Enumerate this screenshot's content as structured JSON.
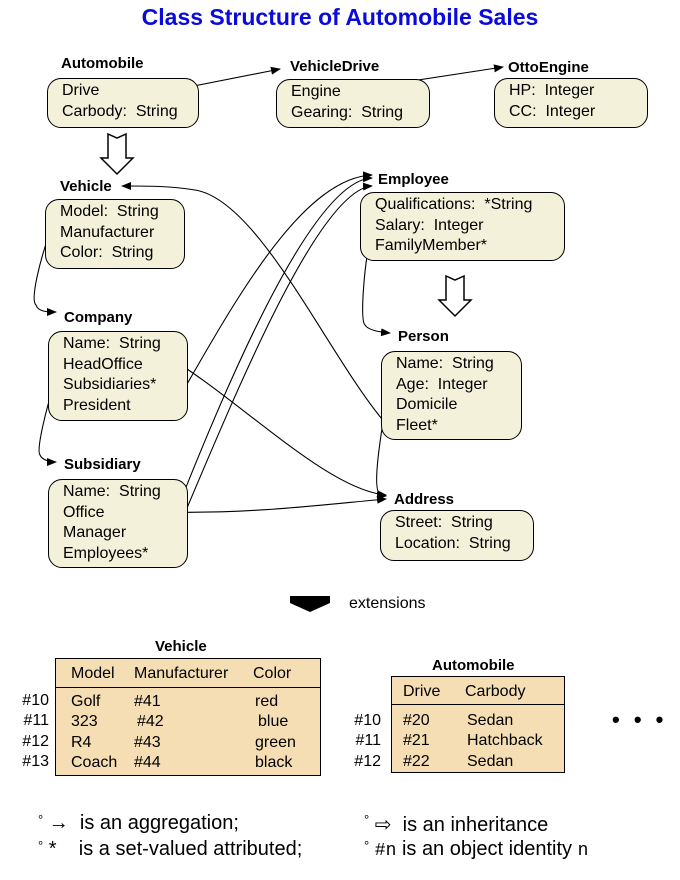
{
  "title": "Class Structure of Automobile Sales",
  "classes": {
    "automobile": {
      "name": "Automobile",
      "attrs": [
        "Drive",
        "Carbody:  String"
      ]
    },
    "vehicledrive": {
      "name": "VehicleDrive",
      "attrs": [
        "Engine",
        "Gearing:  String"
      ]
    },
    "ottoengine": {
      "name": "OttoEngine",
      "attrs": [
        "HP:  Integer",
        "CC:  Integer"
      ]
    },
    "vehicle": {
      "name": "Vehicle",
      "attrs": [
        "Model:  String",
        "Manufacturer",
        "Color:  String"
      ]
    },
    "employee": {
      "name": "Employee",
      "attrs": [
        "Qualifications:  *String",
        "Salary:  Integer",
        "FamilyMember*"
      ]
    },
    "company": {
      "name": "Company",
      "attrs": [
        "Name:  String",
        "HeadOffice",
        "Subsidiaries*",
        "President"
      ]
    },
    "person": {
      "name": "Person",
      "attrs": [
        "Name:  String",
        "Age:  Integer",
        "Domicile",
        "Fleet*"
      ]
    },
    "subsidiary": {
      "name": "Subsidiary",
      "attrs": [
        "Name:  String",
        "Office",
        "Manager",
        "Employees*"
      ]
    },
    "address": {
      "name": "Address",
      "attrs": [
        "Street:  String",
        "Location:  String"
      ]
    }
  },
  "extensions_label": "extensions",
  "tables": {
    "vehicle": {
      "name": "Vehicle",
      "columns": [
        "Model",
        "Manufacturer",
        "Color"
      ],
      "rows": [
        {
          "oid": "#10",
          "cells": [
            "Golf",
            "#41",
            "red"
          ]
        },
        {
          "oid": "#11",
          "cells": [
            "323",
            "#42",
            "blue"
          ]
        },
        {
          "oid": "#12",
          "cells": [
            "R4",
            "#43",
            "green"
          ]
        },
        {
          "oid": "#13",
          "cells": [
            "Coach",
            "#44",
            "black"
          ]
        }
      ]
    },
    "automobile": {
      "name": "Automobile",
      "columns": [
        "Drive",
        "Carbody"
      ],
      "rows": [
        {
          "oid": "#10",
          "cells": [
            "#20",
            "Sedan"
          ]
        },
        {
          "oid": "#11",
          "cells": [
            "#21",
            "Hatchback"
          ]
        },
        {
          "oid": "#12",
          "cells": [
            "#22",
            "Sedan"
          ]
        }
      ]
    }
  },
  "ellipsis": "• • •",
  "legend": [
    {
      "bullet": "°",
      "symbol": "→",
      "text": "is an aggregation;"
    },
    {
      "bullet": "°",
      "symbol": "⇨",
      "text": "is an inheritance"
    },
    {
      "bullet": "°",
      "symbol": "*",
      "text": "is a set-valued attributed;"
    },
    {
      "bullet": "°",
      "symbol": "#n",
      "text": "is an object identity",
      "suffix": "n"
    }
  ],
  "colors": {
    "title": "#0a0adc",
    "class_box": "#f3f1d9",
    "table_fill": "#f5deb3"
  }
}
